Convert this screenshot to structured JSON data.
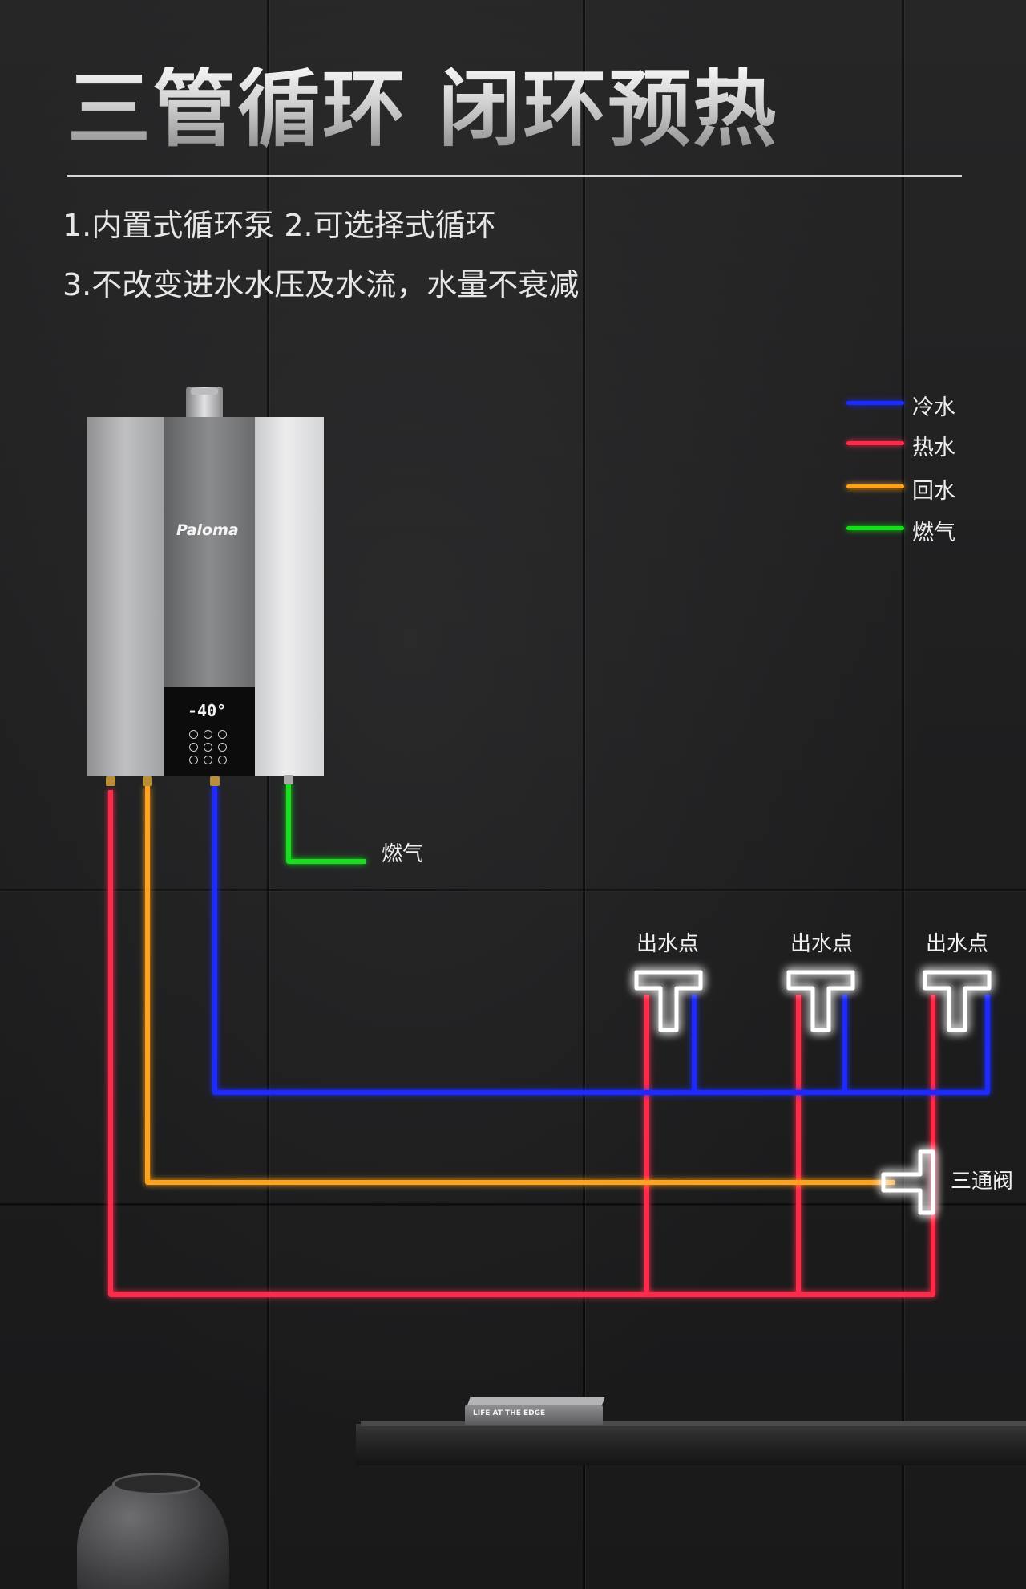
{
  "title": "三管循环 闭环预热",
  "features": {
    "line1": "1.内置式循环泵   2.可选择式循环",
    "line2": "3.不改变进水水压及水流，水量不衰减"
  },
  "legend": [
    {
      "label": "冷水",
      "color": "#1a2bff"
    },
    {
      "label": "热水",
      "color": "#ff2a4a"
    },
    {
      "label": "回水",
      "color": "#ffa21a"
    },
    {
      "label": "燃气",
      "color": "#14e01a"
    }
  ],
  "heater": {
    "brand": "Paloma",
    "display": "-40°"
  },
  "labels": {
    "gas": "燃气",
    "outlet": "出水点",
    "three_way_valve": "三通阀"
  },
  "outlets": [
    "出水点",
    "出水点",
    "出水点"
  ],
  "book_title": "LIFE AT THE EDGE"
}
